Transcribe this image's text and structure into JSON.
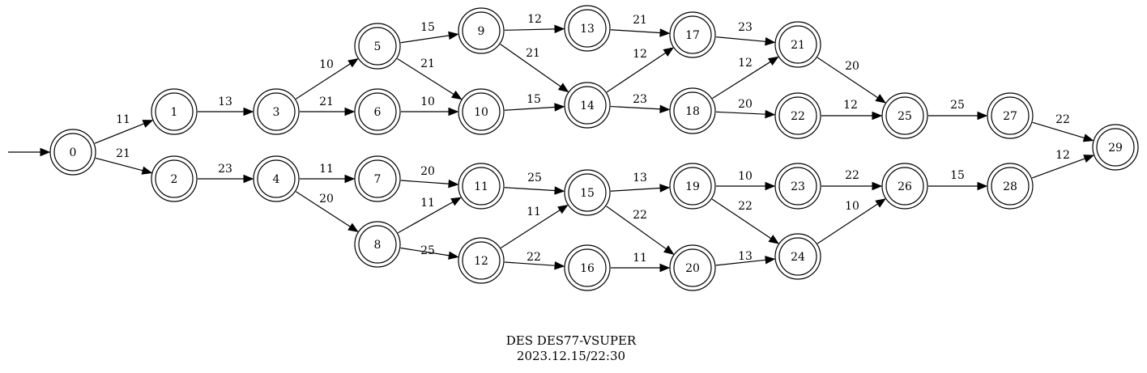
{
  "diagram": {
    "initial_state": "0",
    "states": [
      "0",
      "1",
      "2",
      "3",
      "4",
      "5",
      "6",
      "7",
      "8",
      "9",
      "10",
      "11",
      "12",
      "13",
      "14",
      "15",
      "16",
      "17",
      "18",
      "19",
      "20",
      "21",
      "22",
      "23",
      "24",
      "25",
      "26",
      "27",
      "28",
      "29"
    ],
    "transitions": [
      {
        "from": "0",
        "to": "1",
        "label": "11"
      },
      {
        "from": "0",
        "to": "2",
        "label": "21"
      },
      {
        "from": "1",
        "to": "3",
        "label": "13"
      },
      {
        "from": "2",
        "to": "4",
        "label": "23"
      },
      {
        "from": "3",
        "to": "5",
        "label": "10"
      },
      {
        "from": "3",
        "to": "6",
        "label": "21"
      },
      {
        "from": "4",
        "to": "7",
        "label": "11"
      },
      {
        "from": "4",
        "to": "8",
        "label": "20"
      },
      {
        "from": "5",
        "to": "9",
        "label": "15"
      },
      {
        "from": "5",
        "to": "10",
        "label": "21"
      },
      {
        "from": "6",
        "to": "10",
        "label": "10"
      },
      {
        "from": "7",
        "to": "11",
        "label": "20"
      },
      {
        "from": "8",
        "to": "11",
        "label": "11"
      },
      {
        "from": "8",
        "to": "12",
        "label": "25"
      },
      {
        "from": "9",
        "to": "13",
        "label": "12"
      },
      {
        "from": "9",
        "to": "14",
        "label": "21"
      },
      {
        "from": "10",
        "to": "14",
        "label": "15"
      },
      {
        "from": "11",
        "to": "15",
        "label": "25"
      },
      {
        "from": "12",
        "to": "15",
        "label": "11"
      },
      {
        "from": "12",
        "to": "16",
        "label": "22"
      },
      {
        "from": "13",
        "to": "17",
        "label": "21"
      },
      {
        "from": "14",
        "to": "17",
        "label": "12"
      },
      {
        "from": "14",
        "to": "18",
        "label": "23"
      },
      {
        "from": "15",
        "to": "19",
        "label": "13"
      },
      {
        "from": "15",
        "to": "20",
        "label": "22"
      },
      {
        "from": "16",
        "to": "20",
        "label": "11"
      },
      {
        "from": "17",
        "to": "21",
        "label": "23"
      },
      {
        "from": "18",
        "to": "21",
        "label": "12"
      },
      {
        "from": "18",
        "to": "22",
        "label": "20"
      },
      {
        "from": "19",
        "to": "23",
        "label": "10"
      },
      {
        "from": "19",
        "to": "24",
        "label": "22"
      },
      {
        "from": "20",
        "to": "24",
        "label": "13"
      },
      {
        "from": "21",
        "to": "25",
        "label": "20"
      },
      {
        "from": "22",
        "to": "25",
        "label": "12"
      },
      {
        "from": "23",
        "to": "26",
        "label": "22"
      },
      {
        "from": "24",
        "to": "26",
        "label": "10"
      },
      {
        "from": "25",
        "to": "27",
        "label": "25"
      },
      {
        "from": "26",
        "to": "28",
        "label": "15"
      },
      {
        "from": "27",
        "to": "29",
        "label": "22"
      },
      {
        "from": "28",
        "to": "29",
        "label": "12"
      }
    ],
    "caption": {
      "title": "DES DES77-VSUPER",
      "timestamp": "2023.12.15/22:30"
    }
  }
}
